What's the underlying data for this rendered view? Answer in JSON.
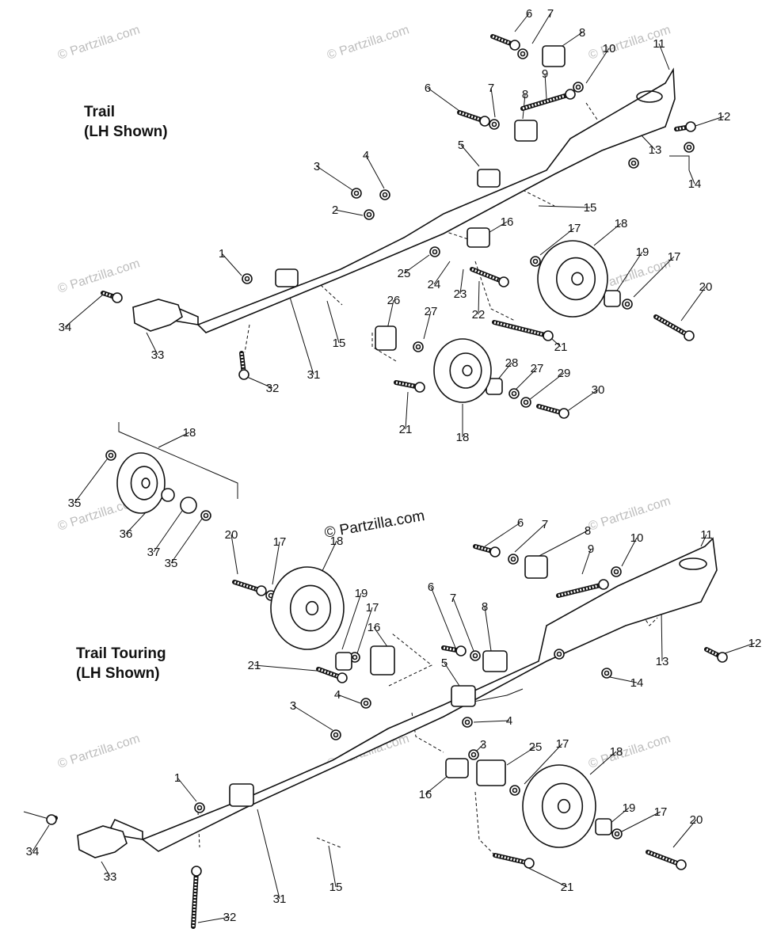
{
  "sections": {
    "trail": {
      "title": "Trail",
      "subtitle": "(LH Shown)"
    },
    "trail_touring": {
      "title": "Trail Touring",
      "subtitle": "(LH Shown)"
    }
  },
  "copyright": "© Partzilla.com",
  "watermark_text": "© Partzilla.com",
  "callouts_upper": [
    "6",
    "7",
    "8",
    "10",
    "11",
    "9",
    "6",
    "7",
    "8",
    "12",
    "13",
    "14",
    "5",
    "3",
    "4",
    "2",
    "15",
    "16",
    "17",
    "18",
    "19",
    "17",
    "1",
    "25",
    "24",
    "23",
    "22",
    "20",
    "34",
    "15",
    "33",
    "31",
    "26",
    "27",
    "21",
    "32",
    "28",
    "27",
    "29",
    "30",
    "21",
    "18"
  ],
  "callouts_lower": [
    "18",
    "35",
    "36",
    "37",
    "35",
    "20",
    "17",
    "18",
    "19",
    "17",
    "16",
    "21",
    "6",
    "7",
    "8",
    "9",
    "10",
    "11",
    "6",
    "7",
    "8",
    "12",
    "13",
    "14",
    "5",
    "4",
    "3",
    "4",
    "3",
    "25",
    "17",
    "18",
    "16",
    "19",
    "17",
    "20",
    "1",
    "34",
    "33",
    "31",
    "15",
    "21",
    "32"
  ],
  "colors": {
    "line": "#111111",
    "watermark": "#bdbdbd",
    "background": "#ffffff"
  }
}
